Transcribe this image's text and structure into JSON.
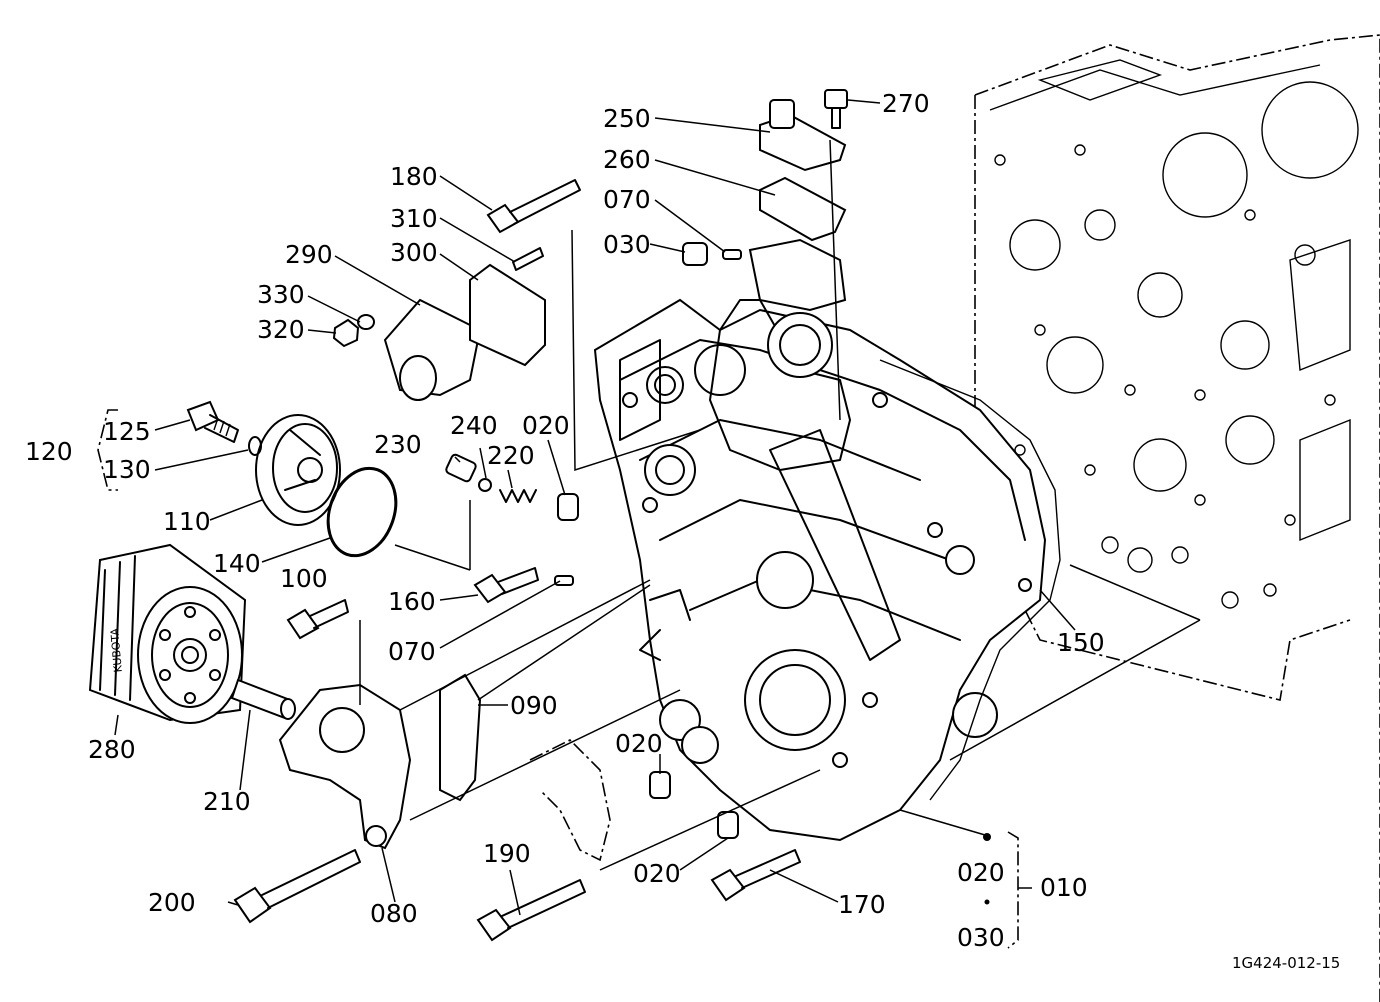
{
  "labels": {
    "p010": "010",
    "p020a": "020",
    "p020b": "020",
    "p020c": "020",
    "p020d": "020",
    "p030a": "030",
    "p030b": "030",
    "p070a": "070",
    "p070b": "070",
    "p080": "080",
    "p090": "090",
    "p100": "100",
    "p110": "110",
    "p120": "120",
    "p125": "125",
    "p130": "130",
    "p140": "140",
    "p150": "150",
    "p160": "160",
    "p170": "170",
    "p180": "180",
    "p190": "190",
    "p200": "200",
    "p210": "210",
    "p220": "220",
    "p230": "230",
    "p240": "240",
    "p250": "250",
    "p260": "260",
    "p270": "270",
    "p280": "280",
    "p290": "290",
    "p300": "300",
    "p310": "310",
    "p320": "320",
    "p330": "330"
  },
  "filter_marking": "KUBOTA",
  "drawing_code": "1G424-012-15"
}
